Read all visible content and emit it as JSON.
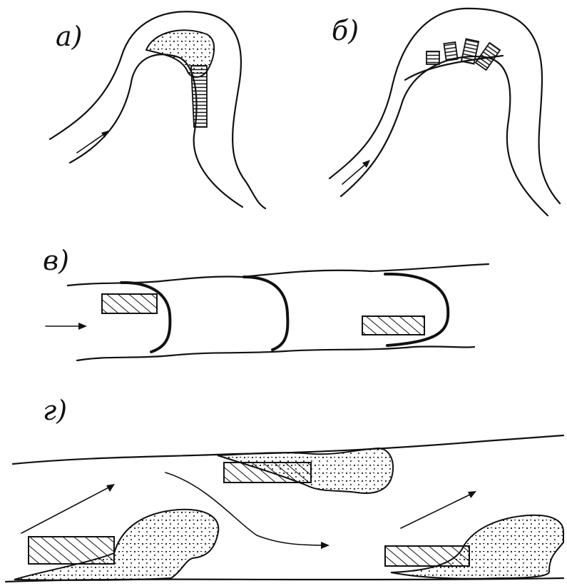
{
  "panels": {
    "a": {
      "label": "а)"
    },
    "b": {
      "label": "б)"
    },
    "v": {
      "label": "в)"
    },
    "g": {
      "label": "г)"
    }
  },
  "ink_color": "#111111",
  "background_color": "#ffffff"
}
